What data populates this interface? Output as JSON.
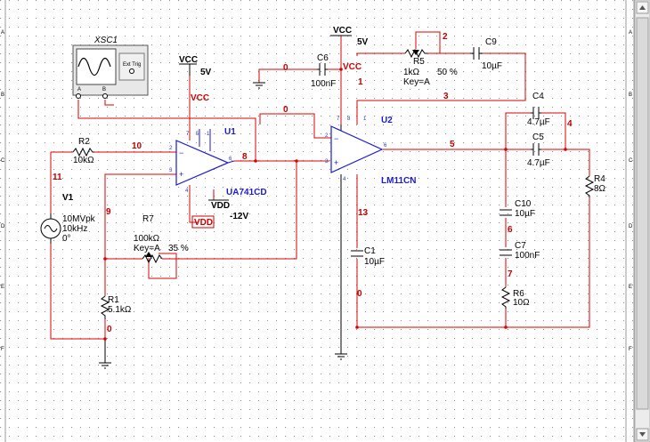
{
  "borders": {
    "left": [
      "A",
      "B",
      "C",
      "D",
      "E",
      "F"
    ],
    "right": [
      "A",
      "B",
      "C",
      "D",
      "E",
      "F"
    ]
  },
  "scope": {
    "ref": "XSC1",
    "ext_trig": "Ext Trig",
    "ch_a": "A",
    "ch_b": "B"
  },
  "op1": {
    "ref": "U1",
    "part": "UA741CD",
    "pins": [
      "7",
      "5",
      "1",
      "3",
      "2",
      "6",
      "4"
    ]
  },
  "op2": {
    "ref": "U2",
    "part": "LM11CN",
    "pins": [
      "7",
      "8",
      "1",
      "3",
      "2",
      "6",
      "4"
    ]
  },
  "components": {
    "r2": {
      "ref": "R2",
      "value": "10kΩ"
    },
    "r1": {
      "ref": "R1",
      "value": "5.1kΩ"
    },
    "r4": {
      "ref": "R4",
      "value": "8Ω"
    },
    "r5": {
      "ref": "R5",
      "value": "1kΩ",
      "key": "Key=A",
      "pct": "50 %"
    },
    "r6": {
      "ref": "R6",
      "value": "10Ω"
    },
    "r7": {
      "ref": "R7",
      "value": "100kΩ",
      "key": "Key=A",
      "pct": "35 %"
    },
    "c1": {
      "ref": "C1",
      "value": "10µF"
    },
    "c4": {
      "ref": "C4",
      "value": "4.7µF"
    },
    "c5": {
      "ref": "C5",
      "value": "4.7µF"
    },
    "c6": {
      "ref": "C6",
      "value": "100nF"
    },
    "c7": {
      "ref": "C7",
      "value": "100nF"
    },
    "c9": {
      "ref": "C9",
      "value": "10µF"
    },
    "c10": {
      "ref": "C10",
      "value": "10µF"
    },
    "v1": {
      "ref": "V1",
      "amp": "10MVpk",
      "freq": "10kHz",
      "phase": "0°"
    }
  },
  "supplies": {
    "vcc_a": {
      "name": "VCC",
      "value": "5V"
    },
    "vcc_b": {
      "name": "VCC",
      "value": "5V"
    },
    "vdd": {
      "name": "VDD",
      "value": "-12V"
    }
  },
  "power_labels": {
    "vcc_u1": "VCC",
    "vcc_u2": "VCC",
    "vdd_u1": "VDD"
  },
  "nets": {
    "n0_c6": "0",
    "n0_u2": "0",
    "n0_c1": "0",
    "n0_r1": "0",
    "n1": "1",
    "n2": "2",
    "n3": "3",
    "n4": "4",
    "n5": "5",
    "n6": "6",
    "n7": "7",
    "n8": "8",
    "n9": "9",
    "n10": "10",
    "n11": "11",
    "n13": "13"
  }
}
